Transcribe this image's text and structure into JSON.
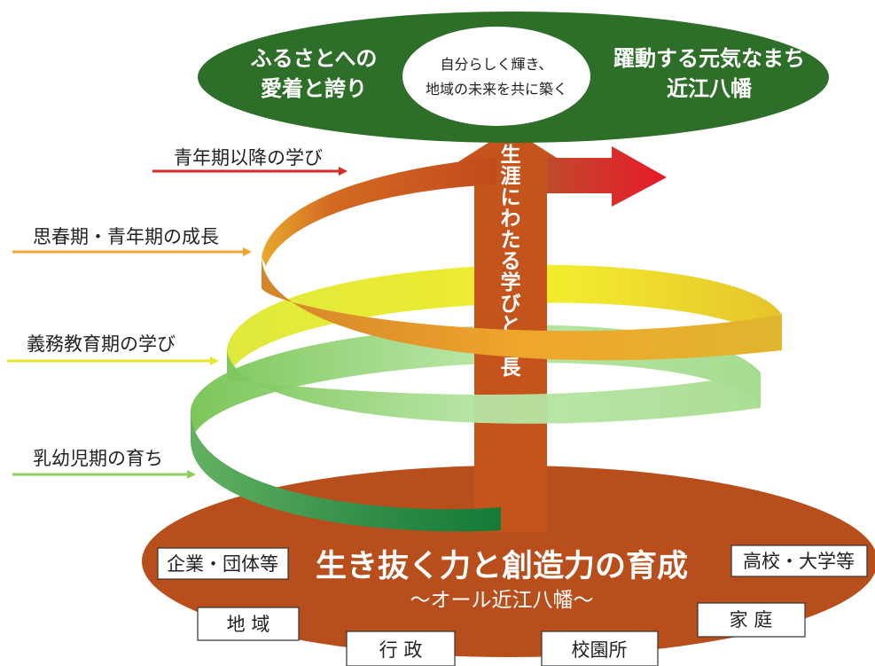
{
  "goal": {
    "left_line1": "ふるさとへの",
    "left_line2": "愛着と誇り",
    "center_line1": "自分らしく輝き、",
    "center_line2": "地域の未来を共に築く",
    "right_line1": "躍動する元気なまち",
    "right_line2": "近江八幡"
  },
  "stages": [
    {
      "label": "青年期以降の学び",
      "color": "#d92a26"
    },
    {
      "label": "思春期・青年期の成長",
      "color": "#f0a52c"
    },
    {
      "label": "義務教育期の学び",
      "color": "#eae52c"
    },
    {
      "label": "乳幼児期の育ち",
      "color": "#8fce5c"
    }
  ],
  "arrow_label": "生涯にわたる学びと成長",
  "base": {
    "title": "生き抜く力と創造力の育成",
    "subtitle": "～オール近江八幡～"
  },
  "partners": [
    "企業・団体等",
    "高校・大学等",
    "地 域",
    "家 庭",
    "行 政",
    "校園所"
  ],
  "colors": {
    "goal_green": "#2d6e28",
    "base_brown": "#b74e1b",
    "arrow_brown": "#c4541b",
    "head_red": "#e0242a"
  }
}
